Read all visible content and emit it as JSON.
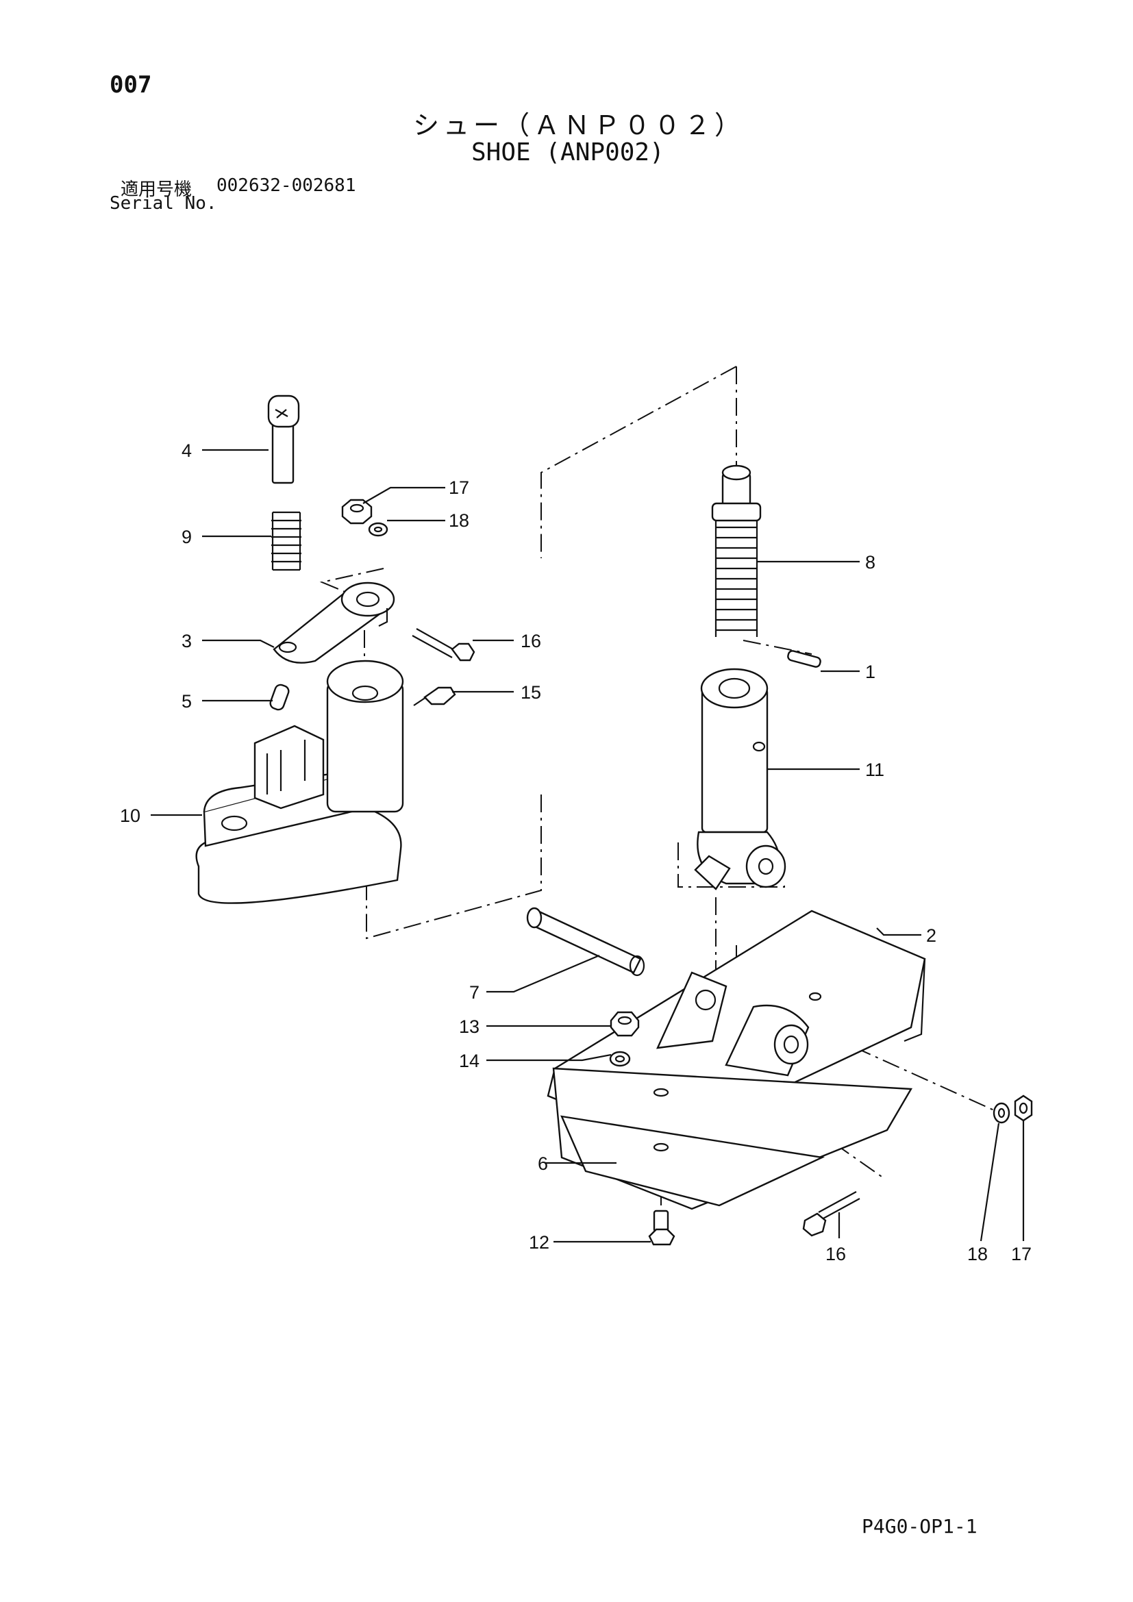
{
  "header": {
    "page_number": "007",
    "title_jp": "シュー（ＡＮＰ００２）",
    "title_en": "SHOE (ANP002)",
    "serial_label_jp": "適用号機",
    "serial_range": "002632-002681",
    "serial_label_en": "Serial No."
  },
  "callouts": {
    "c4": "4",
    "c17a": "17",
    "c18a": "18",
    "c9": "9",
    "c8": "8",
    "c3": "3",
    "c16a": "16",
    "c1": "1",
    "c5": "5",
    "c15": "15",
    "c11": "11",
    "c10": "10",
    "c2": "2",
    "c7": "7",
    "c13": "13",
    "c14": "14",
    "c6": "6",
    "c12": "12",
    "c16b": "16",
    "c18b": "18",
    "c17b": "17"
  },
  "footer": {
    "code": "P4G0-OP1-1"
  }
}
